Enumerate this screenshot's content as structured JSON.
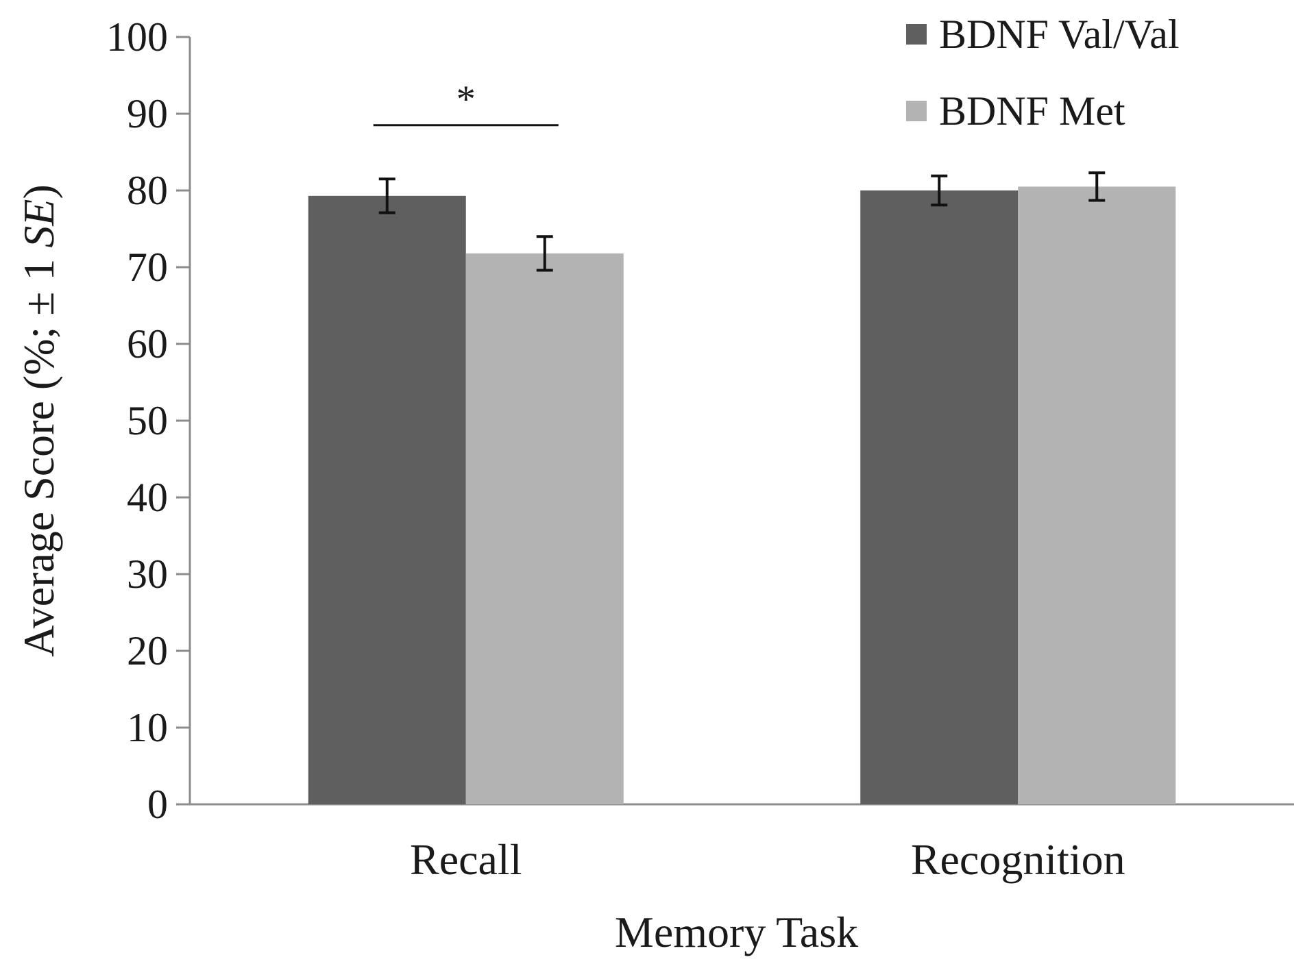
{
  "chart_data": {
    "type": "bar",
    "categories": [
      "Recall",
      "Recognition"
    ],
    "series": [
      {
        "name": "BDNF Val/Val",
        "values": [
          79.3,
          80.0
        ],
        "se": [
          2.2,
          1.9
        ],
        "color": "#5f5f5f"
      },
      {
        "name": "BDNF Met",
        "values": [
          71.8,
          80.5
        ],
        "se": [
          2.2,
          1.8
        ],
        "color": "#b3b3b3"
      }
    ],
    "xlabel": "Memory Task",
    "ylabel": {
      "prefix": "Average Score (%; ± 1 ",
      "italic": "SE",
      "suffix": ")"
    },
    "ylim": [
      0,
      100
    ],
    "yticks": [
      0,
      10,
      20,
      30,
      40,
      50,
      60,
      70,
      80,
      90,
      100
    ],
    "grid": false,
    "legend_position": "top-right",
    "annotations": [
      {
        "text": "*",
        "category": "Recall",
        "y": 88.5,
        "spans_series": [
          0,
          1
        ]
      }
    ]
  }
}
